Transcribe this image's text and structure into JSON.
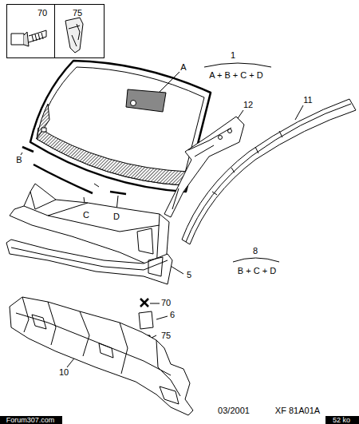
{
  "diagram": {
    "nodes": [
      {
        "text": [
          "70"
        ]
      },
      {
        "text": [
          "75"
        ]
      }
    ],
    "labels": [
      "A",
      "1",
      "A + B + C + D",
      "12",
      "11",
      "B",
      "C",
      "D",
      "8",
      "B + C + D",
      "5",
      "70",
      "6",
      "75",
      "10",
      "03/2001",
      "XF 81A01A",
      "Forum307.com",
      "52 ko"
    ]
  }
}
